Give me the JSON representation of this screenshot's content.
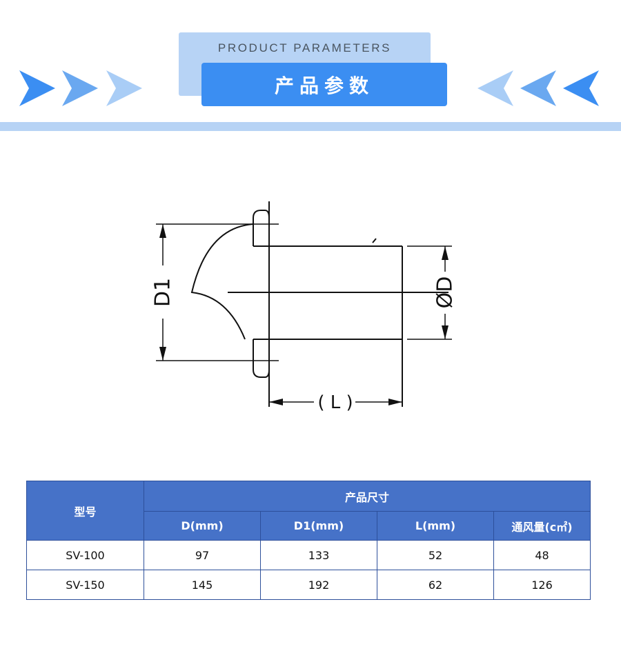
{
  "header": {
    "subtitle": "PRODUCT PARAMETERS",
    "title": "产品参数",
    "colors": {
      "primary": "#3b8ef2",
      "light": "#b7d3f5",
      "arrow_dark": "#3b8ef2",
      "arrow_mid": "#6aa8f0",
      "arrow_light": "#a9cdf6"
    }
  },
  "diagram": {
    "label_d1": "D1",
    "label_d": "ØD",
    "label_l": "( L )"
  },
  "table": {
    "model_header": "型号",
    "group_header": "产品尺寸",
    "columns": [
      "D(mm)",
      "D1(mm)",
      "L(mm)",
      "通风量(c㎡)"
    ],
    "rows": [
      {
        "model": "SV-100",
        "values": [
          "97",
          "133",
          "52",
          "48"
        ]
      },
      {
        "model": "SV-150",
        "values": [
          "145",
          "192",
          "62",
          "126"
        ]
      }
    ],
    "colors": {
      "header_bg": "#4672c8",
      "border": "#2d4f9a"
    }
  }
}
